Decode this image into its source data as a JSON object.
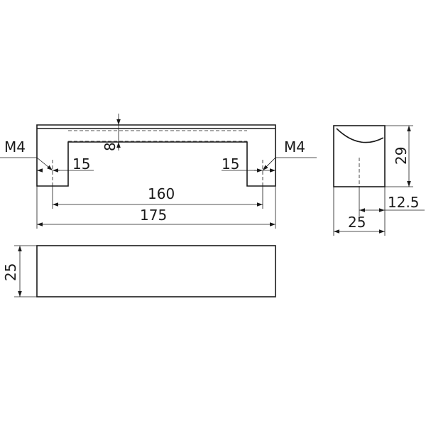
{
  "drawing": {
    "thread_left": "M4",
    "thread_right": "M4",
    "hole_offset_left": "15",
    "hole_offset_right": "15",
    "bar_thickness": "8",
    "hole_spacing": "160",
    "overall_length": "175",
    "side_height": "29",
    "side_half_depth": "12.5",
    "side_depth": "25",
    "top_width": "25"
  }
}
